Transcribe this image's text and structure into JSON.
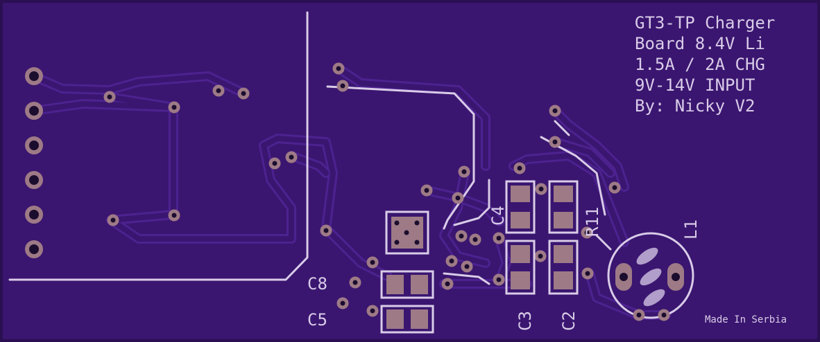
{
  "board": {
    "colors": {
      "substrate": "#3a1670",
      "copper_fill": "#4b1f8a",
      "trace_outline": "#5a2a9e",
      "silkscreen": "#d9cce8",
      "pad": "#9e7a86",
      "pad_dark": "#1b0d2e",
      "edge": "#2a0f52"
    },
    "title_lines": [
      "GT3-TP Charger",
      "Board 8.4V Li",
      "1.5A / 2A CHG",
      "9V-14V INPUT",
      "By: Nicky V2"
    ],
    "designators": {
      "c8": "C8",
      "c5": "C5",
      "c4": "C4",
      "r11": "R11",
      "c3": "C3",
      "c2": "C2",
      "l1": "L1"
    },
    "footer": "Made In Serbia"
  }
}
